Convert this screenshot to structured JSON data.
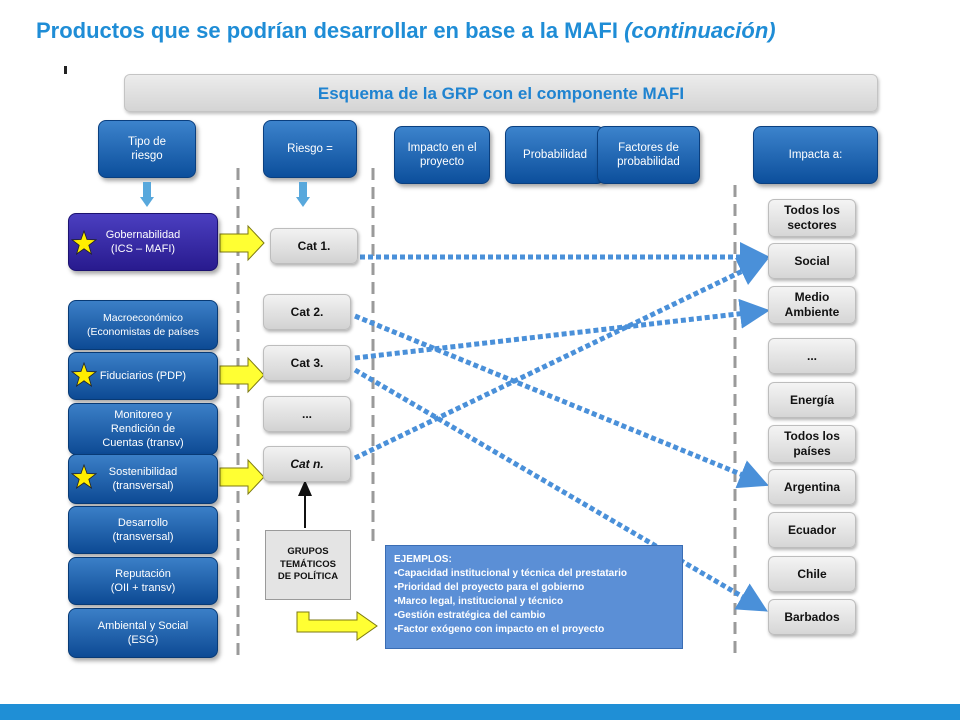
{
  "title": {
    "main": "Productos que se podrían desarrollar en base a la MAFI",
    "suffix": "(continuación)"
  },
  "banner": "Esquema de la GRP con el componente MAFI",
  "headers": {
    "tipo": "Tipo de riesgo",
    "riesgo": "Riesgo =",
    "impacto": "Impacto en el proyecto",
    "probabilidad": "Probabilidad",
    "factores": "Factores de probabilidad",
    "impacta": "Impacta a:"
  },
  "risk_types": [
    {
      "label": "Gobernabilidad\n(ICS – MAFI)",
      "starred": true
    },
    {
      "label": "Macroeconómico\n(Economistas de países",
      "starred": false
    },
    {
      "label": "Fiduciarios (PDP)",
      "starred": true
    },
    {
      "label": "Monitoreo y\nRendición de\nCuentas (transv)",
      "starred": false
    },
    {
      "label": "Sostenibilidad\n(transversal)",
      "starred": true
    },
    {
      "label": "Desarrollo\n(transversal)",
      "starred": false
    },
    {
      "label": "Reputación\n(OII + transv)",
      "starred": false
    },
    {
      "label": "Ambiental y Social\n(ESG)",
      "starred": false
    }
  ],
  "categories": [
    "Cat 1.",
    "Cat 2.",
    "Cat 3.",
    "...",
    "Cat n."
  ],
  "impacts": [
    "Todos los sectores",
    "Social",
    "Medio Ambiente",
    "...",
    "Energía",
    "Todos los países",
    "Argentina",
    "Ecuador",
    "Chile",
    "Barbados"
  ],
  "grupos": "GRUPOS TEMÁTICOS DE POLÍTICA",
  "ejemplos": {
    "title": "EJEMPLOS:",
    "items": [
      "•Capacidad institucional y técnica del prestatario",
      "•Prioridad del proyecto para el gobierno",
      "•Marco legal, institucional y técnico",
      "•Gestión estratégica del cambio",
      "•Factor exógeno con impacto en el proyecto"
    ]
  },
  "colors": {
    "title": "#1f8dd6",
    "header_blue": "#0c4f9c",
    "gobernabilidad": "#3a2fa8",
    "arrow_yellow": "#ffff33",
    "dotted_line": "#4a90d9",
    "star": "#ffee00",
    "ejemplos_bg": "#5b8fd6",
    "bottom_bar": "#1f8fd6"
  }
}
